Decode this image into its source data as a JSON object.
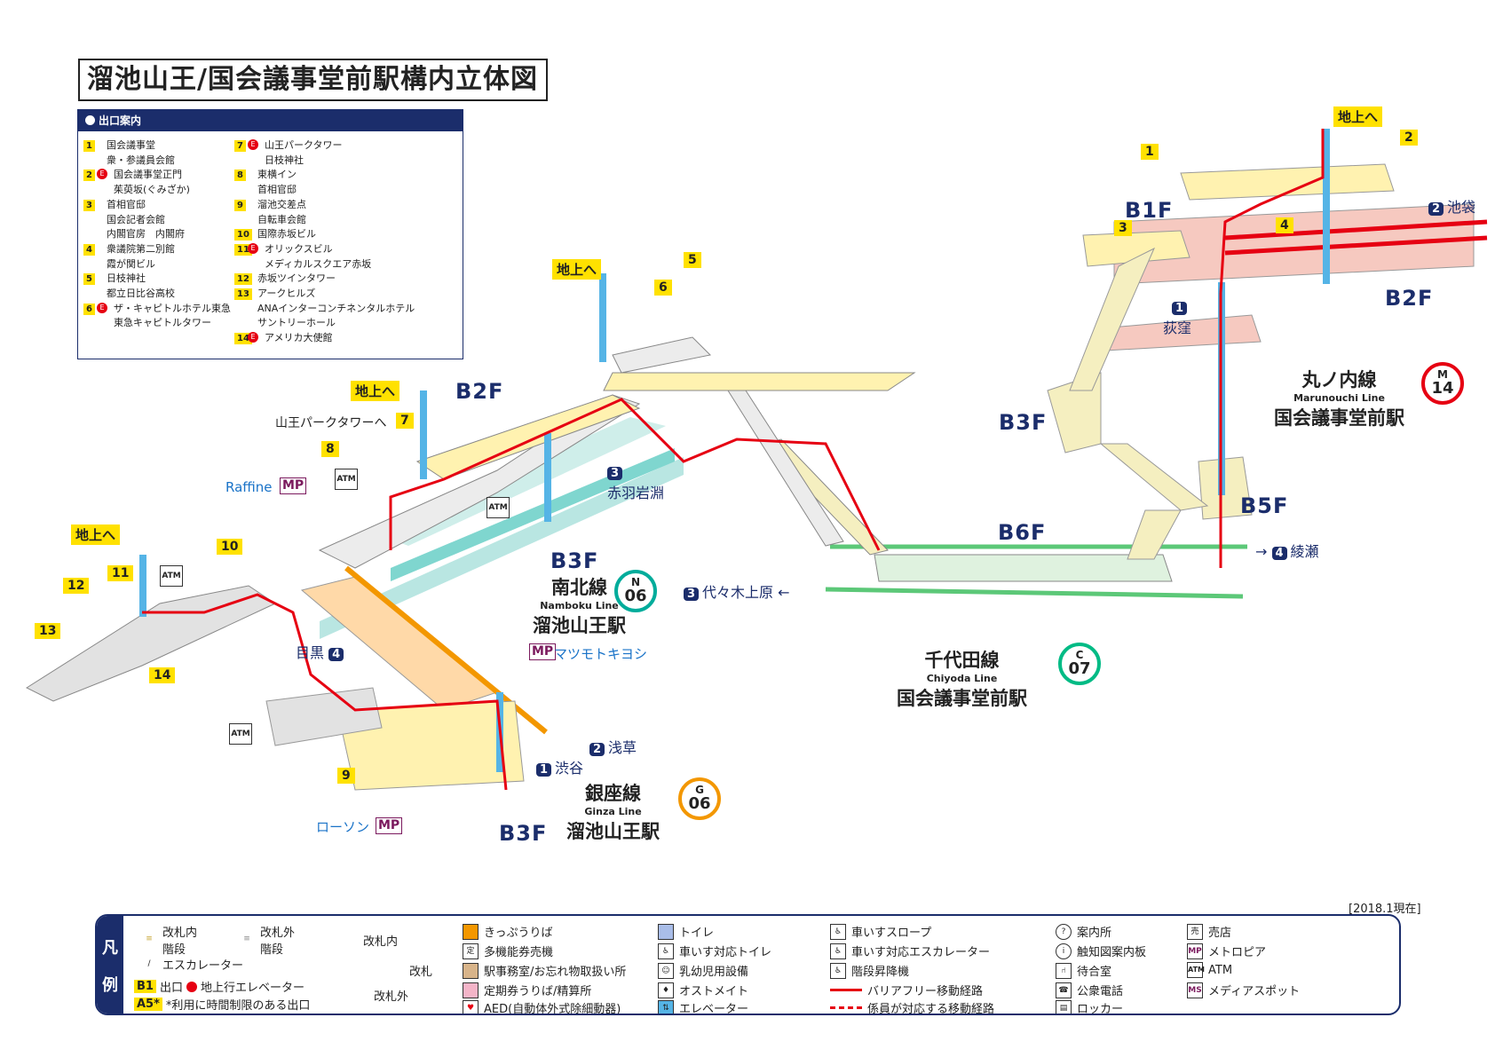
{
  "title": "溜池山王/国会議事堂前駅構内立体図",
  "exit_guide": {
    "header": "出口案内",
    "left": [
      {
        "num": "1",
        "e": false,
        "lines": [
          "国会議事堂",
          "衆・参議員会館"
        ]
      },
      {
        "num": "2",
        "e": true,
        "lines": [
          "国会議事堂正門",
          "茱萸坂(ぐみざか)"
        ]
      },
      {
        "num": "3",
        "e": false,
        "lines": [
          "首相官邸",
          "国会記者会館",
          "内閣官房　内閣府"
        ]
      },
      {
        "num": "4",
        "e": false,
        "lines": [
          "衆議院第二別館",
          "霞が関ビル"
        ]
      },
      {
        "num": "5",
        "e": false,
        "lines": [
          "日枝神社",
          "都立日比谷高校"
        ]
      },
      {
        "num": "6",
        "e": true,
        "lines": [
          "ザ・キャピトルホテル東急",
          "東急キャピトルタワー"
        ]
      }
    ],
    "right": [
      {
        "num": "7",
        "e": true,
        "lines": [
          "山王パークタワー",
          "日枝神社"
        ]
      },
      {
        "num": "8",
        "e": false,
        "lines": [
          "東横イン",
          "首相官邸"
        ]
      },
      {
        "num": "9",
        "e": false,
        "lines": [
          "溜池交差点",
          "自転車会館"
        ]
      },
      {
        "num": "10",
        "e": false,
        "lines": [
          "国際赤坂ビル"
        ]
      },
      {
        "num": "11",
        "e": true,
        "lines": [
          "オリックスビル",
          "メディカルスクエア赤坂"
        ]
      },
      {
        "num": "12",
        "e": false,
        "lines": [
          "赤坂ツインタワー"
        ]
      },
      {
        "num": "13",
        "e": false,
        "lines": [
          "アークヒルズ",
          "ANAインターコンチネンタルホテル",
          "サントリーホール"
        ]
      },
      {
        "num": "14",
        "e": true,
        "lines": [
          "アメリカ大使館"
        ]
      }
    ]
  },
  "map": {
    "to_ground": "地上へ",
    "floors": {
      "b1f": "B1F",
      "b2f_left": "B2F",
      "b2f_right": "B2F",
      "b3f_mid": "B3F",
      "b3f_bottom": "B3F",
      "b3f_right": "B3F",
      "b5f": "B5F",
      "b6f": "B6F"
    },
    "exit_numbers": [
      "1",
      "2",
      "3",
      "4",
      "5",
      "6",
      "7",
      "8",
      "9",
      "10",
      "11",
      "12",
      "13",
      "14"
    ],
    "labels": {
      "sanno_park": "山王パークタワーへ",
      "raffine": "Raffine",
      "matsukiyo": "マツモトキヨシ",
      "lawson": "ローソン",
      "mp": "MP",
      "atm": "ATM"
    },
    "directions": {
      "akabane": {
        "num": "3",
        "text": "赤羽岩淵"
      },
      "meguro": {
        "num": "4",
        "text": "目黒"
      },
      "asakusa": {
        "num": "2",
        "text": "浅草"
      },
      "shibuya": {
        "num": "1",
        "text": "渋谷"
      },
      "yoyogi": {
        "num": "3",
        "text": "代々木上原"
      },
      "ayase": {
        "num": "4",
        "text": "綾瀬"
      },
      "ikebukuro": {
        "num": "2",
        "text": "池袋"
      },
      "ogikubo": {
        "num": "1",
        "text": "荻窪"
      }
    },
    "lines": {
      "namboku": {
        "jp": "南北線",
        "en": "Namboku Line",
        "station": "溜池山王駅",
        "letter": "N",
        "code": "06",
        "color": "#00ac9b"
      },
      "ginza": {
        "jp": "銀座線",
        "en": "Ginza Line",
        "station": "溜池山王駅",
        "letter": "G",
        "code": "06",
        "color": "#f39700"
      },
      "chiyoda": {
        "jp": "千代田線",
        "en": "Chiyoda Line",
        "station": "国会議事堂前駅",
        "letter": "C",
        "code": "07",
        "color": "#00bb85"
      },
      "marunouchi": {
        "jp": "丸ノ内線",
        "en": "Marunouchi Line",
        "station": "国会議事堂前駅",
        "letter": "M",
        "code": "14",
        "color": "#e60012"
      }
    }
  },
  "date": "[2018.1現在]",
  "legend": {
    "side": [
      "凡",
      "例"
    ],
    "items": {
      "stairs_in": "改札内\n階段",
      "stairs_out": "改札外\n階段",
      "escalator": "エスカレーター",
      "exit_b1": "B1",
      "exit_label": "出口",
      "elev_exit": "地上行エレベーター",
      "a5": "A5*",
      "limited": "*利用に時間制限のある出口",
      "gate_in": "改札内",
      "gate": "改札",
      "gate_out": "改札外",
      "ticket": "きっぷうりば",
      "multi": "多機能券売機",
      "office": "駅事務室/お忘れ物取扱い所",
      "pass": "定期券うりば/精算所",
      "aed": "AED(自動体外式除細動器)",
      "toilet": "トイレ",
      "wc_toilet": "車いす対応トイレ",
      "baby": "乳幼児用設備",
      "ostomate": "オストメイト",
      "elevator": "エレベーター",
      "slope": "車いすスロープ",
      "wc_esc": "車いす対応エスカレーター",
      "stair_lift": "階段昇降機",
      "bf_route": "バリアフリー移動経路",
      "staff_route": "係員が対応する移動経路",
      "info": "案内所",
      "tactile": "触知図案内板",
      "waiting": "待合室",
      "phone": "公衆電話",
      "locker": "ロッカー",
      "shop": "売店",
      "metropia": "メトロピア",
      "atm": "ATM",
      "media": "メディアスポット"
    }
  },
  "colors": {
    "navy": "#1b2d6b",
    "yellow": "#ffe100",
    "red": "#e60012",
    "teal": "#7fd6cf",
    "orange_band": "#f39700"
  }
}
